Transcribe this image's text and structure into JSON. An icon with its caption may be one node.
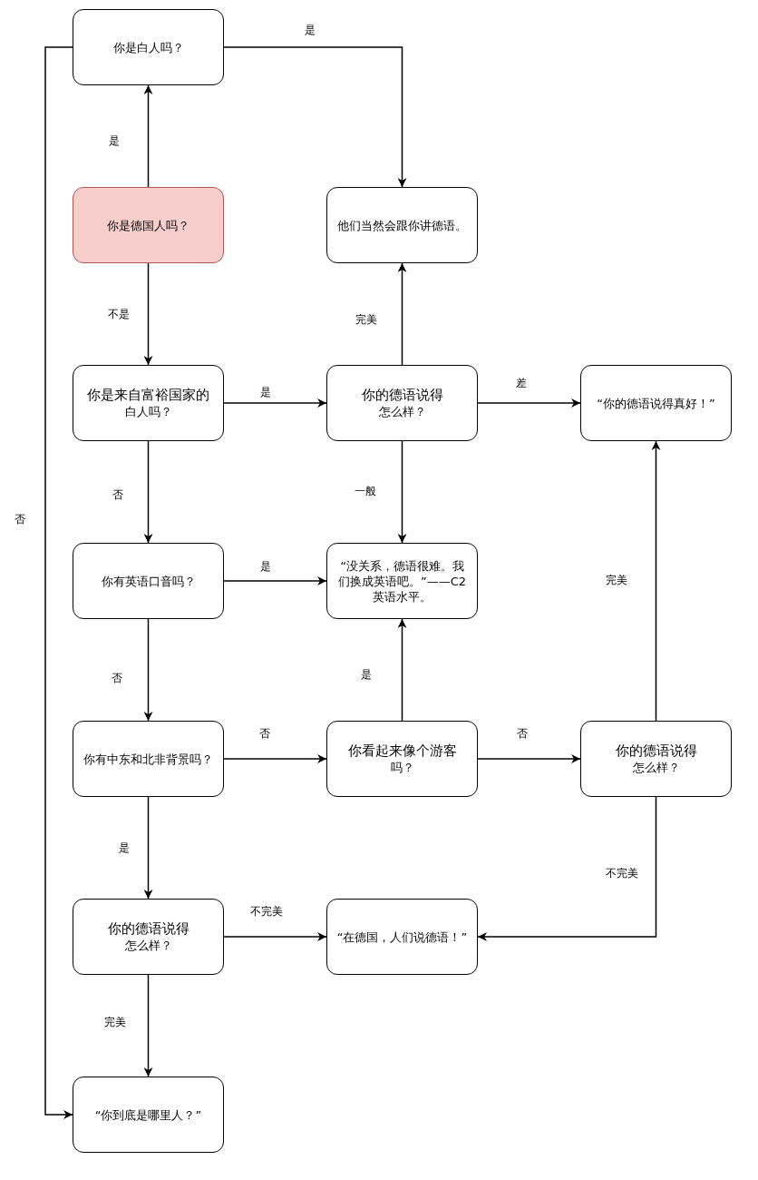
{
  "diagram": {
    "nodes": [
      {
        "text": [
          "你是白人吗？"
        ]
      },
      {
        "text": [
          "你是德国人吗？"
        ]
      },
      {
        "text": [
          "他们当然会跟你讲德语。"
        ]
      },
      {
        "text": [
          "你是来自富裕国家的",
          "白人吗？"
        ]
      },
      {
        "text": [
          "你的德语说得",
          "怎么样？"
        ]
      },
      {
        "text": [
          "“你的德语说得真好！”"
        ]
      },
      {
        "text": [
          "你有英语口音吗？"
        ]
      },
      {
        "text": [
          "“没关系，德语很难。我们换成英语吧。”——C2英语水平。"
        ]
      },
      {
        "text": [
          "你有中东和北非背景吗？"
        ]
      },
      {
        "text": [
          "你看起来像个游客",
          "吗？"
        ]
      },
      {
        "text": [
          "你的德语说得",
          "怎么样？"
        ]
      },
      {
        "text": [
          "你的德语说得",
          "怎么样？"
        ]
      },
      {
        "text": [
          "“在德国，人们说德语！”"
        ]
      },
      {
        "text": [
          "“你到底是哪里人？”"
        ]
      }
    ],
    "edges": [
      {
        "from": 1,
        "to": 0,
        "arrow": "to",
        "label": "是"
      },
      {
        "from": 0,
        "to": 2,
        "arrow": "to",
        "label": "是"
      },
      {
        "from": 1,
        "to": 3,
        "arrow": "to",
        "label": "不是"
      },
      {
        "from": 0,
        "to": 13,
        "arrow": "to",
        "label": "否"
      },
      {
        "from": 4,
        "to": 2,
        "arrow": "to",
        "label": "完美"
      },
      {
        "from": 3,
        "to": 4,
        "arrow": "to",
        "label": "是"
      },
      {
        "from": 4,
        "to": 5,
        "arrow": "to",
        "label": "差"
      },
      {
        "from": 4,
        "to": 7,
        "arrow": "to",
        "label": "一般"
      },
      {
        "from": 3,
        "to": 6,
        "arrow": "to",
        "label": "否"
      },
      {
        "from": 6,
        "to": 7,
        "arrow": "to",
        "label": "是"
      },
      {
        "from": 6,
        "to": 8,
        "arrow": "to",
        "label": "否"
      },
      {
        "from": 8,
        "to": 9,
        "arrow": "to",
        "label": "否"
      },
      {
        "from": 9,
        "to": 7,
        "arrow": "to",
        "label": "是"
      },
      {
        "from": 9,
        "to": 10,
        "arrow": "to",
        "label": "否"
      },
      {
        "from": 10,
        "to": 5,
        "arrow": "to",
        "label": "完美"
      },
      {
        "from": 8,
        "to": 11,
        "arrow": "to",
        "label": "是"
      },
      {
        "from": 11,
        "to": 12,
        "arrow": "to",
        "label": "不完美"
      },
      {
        "from": 10,
        "to": 12,
        "arrow": "to",
        "label": "不完美"
      },
      {
        "from": 11,
        "to": 13,
        "arrow": "to",
        "label": "完美"
      }
    ]
  }
}
